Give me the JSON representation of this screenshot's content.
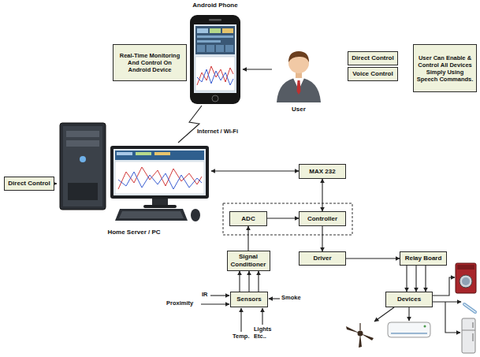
{
  "diagram": {
    "nodes": [
      {
        "text": [
          "Android Phone"
        ]
      },
      {
        "text": [
          "Real-Time Monitoring And Control On Android Device"
        ]
      },
      {
        "text": [
          "User"
        ]
      },
      {
        "text": [
          "Direct Control"
        ]
      },
      {
        "text": [
          "Voice Control"
        ]
      },
      {
        "text": [
          "User Can Enable & Control All Devices Simply Using Speech Commands."
        ]
      },
      {
        "text": [
          "Direct Control"
        ]
      },
      {
        "text": [
          "Home Server / PC"
        ]
      },
      {
        "text": [
          "MAX 232"
        ]
      },
      {
        "text": [
          "ADC"
        ]
      },
      {
        "text": [
          "Controller"
        ]
      },
      {
        "text": [
          "Signal Conditioner"
        ]
      },
      {
        "text": [
          "Driver"
        ]
      },
      {
        "text": [
          "Relay Board"
        ]
      },
      {
        "text": [
          "Sensors"
        ]
      },
      {
        "text": [
          "Devices"
        ]
      }
    ],
    "edges": [
      {
        "from": 2,
        "to": 0,
        "arrow": "to"
      },
      {
        "from": 0,
        "to": 7,
        "arrow": "none"
      },
      {
        "from": 6,
        "to": 7,
        "arrow": "to"
      },
      {
        "from": 7,
        "to": 8,
        "arrow": "both"
      },
      {
        "from": 8,
        "to": 10,
        "arrow": "both"
      },
      {
        "from": 9,
        "to": 10,
        "arrow": "to"
      },
      {
        "from": 11,
        "to": 9,
        "arrow": "to"
      },
      {
        "from": 10,
        "to": 12,
        "arrow": "to"
      },
      {
        "from": 12,
        "to": 13,
        "arrow": "to"
      },
      {
        "from": 14,
        "to": 11,
        "arrow": "to"
      },
      {
        "from": 13,
        "to": 15,
        "arrow": "to"
      }
    ],
    "labels": [
      "Internet / Wi-Fi",
      "IR",
      "Proximity",
      "Smoke",
      "Temp.",
      "Lights Etc.."
    ]
  }
}
